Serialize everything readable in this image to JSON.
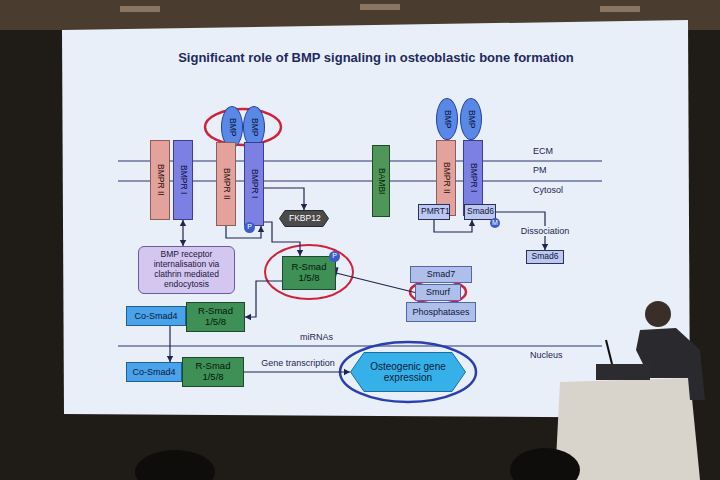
{
  "diagram": {
    "title": "Significant role of BMP signaling in osteoblastic bone formation",
    "nodes": [
      {
        "text": [
          "BMP"
        ]
      },
      {
        "text": [
          "BMP"
        ]
      },
      {
        "text": [
          "BMP"
        ]
      },
      {
        "text": [
          "BMP"
        ]
      },
      {
        "text": [
          "BMPR II"
        ]
      },
      {
        "text": [
          "BMPR I"
        ]
      },
      {
        "text": [
          "BMPR II"
        ]
      },
      {
        "text": [
          "BMPR I"
        ]
      },
      {
        "text": [
          "BAMBI"
        ]
      },
      {
        "text": [
          "BMPR II"
        ]
      },
      {
        "text": [
          "BMPR I"
        ]
      },
      {
        "text": [
          "P"
        ]
      },
      {
        "text": [
          "PMRT1"
        ]
      },
      {
        "text": [
          "Smad6"
        ]
      },
      {
        "text": [
          "M"
        ]
      },
      {
        "text": [
          "FKBP12"
        ]
      },
      {
        "text": [
          "Smad6"
        ]
      },
      {
        "text": [
          "BMP receptor internalisation via clathrin mediated endocytosis"
        ]
      },
      {
        "text": [
          "R-Smad 1/5/8"
        ]
      },
      {
        "text": [
          "P"
        ]
      },
      {
        "text": [
          "Smad7"
        ]
      },
      {
        "text": [
          "Smurf"
        ]
      },
      {
        "text": [
          "Phosphatases"
        ]
      },
      {
        "text": [
          "Co-Smad4"
        ]
      },
      {
        "text": [
          "R-Smad 1/5/8"
        ]
      },
      {
        "text": [
          "Co-Smad4"
        ]
      },
      {
        "text": [
          "R-Smad 1/5/8"
        ]
      },
      {
        "text": [
          "Osteogenic gene expression"
        ]
      }
    ],
    "edges": [
      {
        "from": 5,
        "to": 17,
        "arrow": "both"
      },
      {
        "from": 6,
        "to": 7,
        "arrow": "to"
      },
      {
        "from": 7,
        "to": 15,
        "arrow": "to"
      },
      {
        "from": 7,
        "to": 18,
        "arrow": "to"
      },
      {
        "from": 18,
        "to": 24,
        "arrow": "to"
      },
      {
        "from": 21,
        "to": 18,
        "arrow": "to"
      },
      {
        "from": 12,
        "to": 13,
        "arrow": "to"
      },
      {
        "from": 13,
        "to": 16,
        "label": "Dissociation",
        "arrow": "to"
      },
      {
        "from": 23,
        "to": 25,
        "arrow": "to"
      },
      {
        "from": 26,
        "to": 27,
        "label": "Gene transcription",
        "arrow": "to"
      }
    ],
    "labels": [
      "ECM",
      "PM",
      "Cytosol",
      "miRNAs",
      "Nucleus"
    ]
  }
}
